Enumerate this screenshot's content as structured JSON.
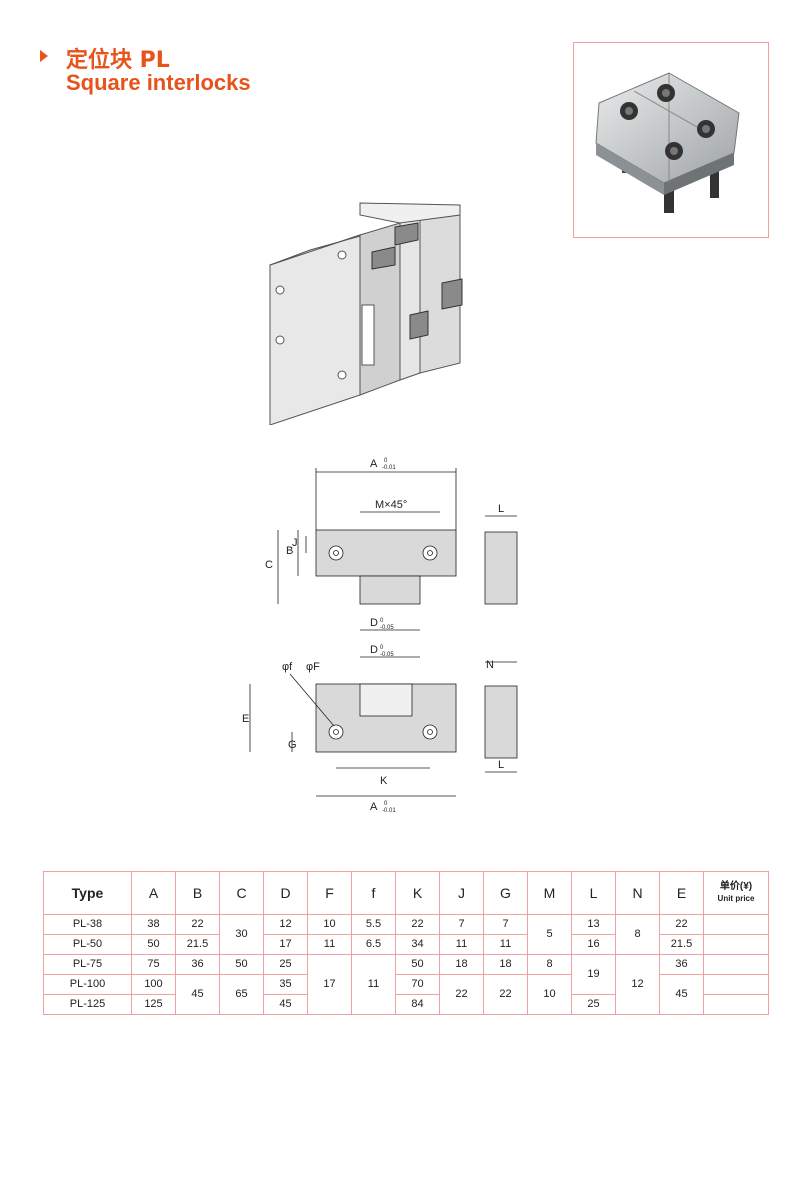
{
  "header": {
    "title_cn": "定位块 PL",
    "title_en": "Square interlocks"
  },
  "drawing": {
    "A": "A",
    "A_tol_upper": "0",
    "A_tol_lower": "-0.01",
    "M": "M×45°",
    "B": "B",
    "C": "C",
    "J": "J",
    "L": "L",
    "D": "D",
    "D_tol_upper": "0",
    "D_tol_lower": "-0.05",
    "phi_f": "φf",
    "phi_F": "φF",
    "E": "E",
    "G": "G",
    "K": "K",
    "N": "N"
  },
  "table": {
    "headers": [
      "Type",
      "A",
      "B",
      "C",
      "D",
      "F",
      "f",
      "K",
      "J",
      "G",
      "M",
      "L",
      "N",
      "E"
    ],
    "price_header_cn": "单价(¥)",
    "price_header_en": "Unit price",
    "rows": [
      {
        "type": "PL-38",
        "A": "38",
        "B": "22",
        "D": "12",
        "K": "22",
        "J": "7",
        "G": "7",
        "L": "13",
        "E": "22"
      },
      {
        "type": "PL-50",
        "A": "50",
        "B": "21.5",
        "D": "17",
        "K": "34",
        "J": "11",
        "G": "11",
        "L": "16",
        "E": "21.5"
      },
      {
        "type": "PL-75",
        "A": "75",
        "B": "36",
        "C": "50",
        "D": "25",
        "K": "50",
        "J": "18",
        "G": "18",
        "M": "8",
        "E": "36"
      },
      {
        "type": "PL-100",
        "A": "100",
        "D": "35",
        "K": "70"
      },
      {
        "type": "PL-125",
        "A": "125",
        "D": "45",
        "K": "84",
        "L": "25"
      }
    ],
    "merged": {
      "C_1_2": "30",
      "F_1_2": "10",
      "F_2": "11",
      "f_1": "5.5",
      "f_2": "6.5",
      "M_1_2": "5",
      "N_1_2": "8",
      "B_4_5": "45",
      "C_4_5": "65",
      "F_3_5": "17",
      "f_3_5": "11",
      "J_4_5": "22",
      "G_4_5": "22",
      "M_4_5": "10",
      "L_3_4": "19",
      "N_3_5": "12",
      "E_4_5": "45"
    }
  }
}
